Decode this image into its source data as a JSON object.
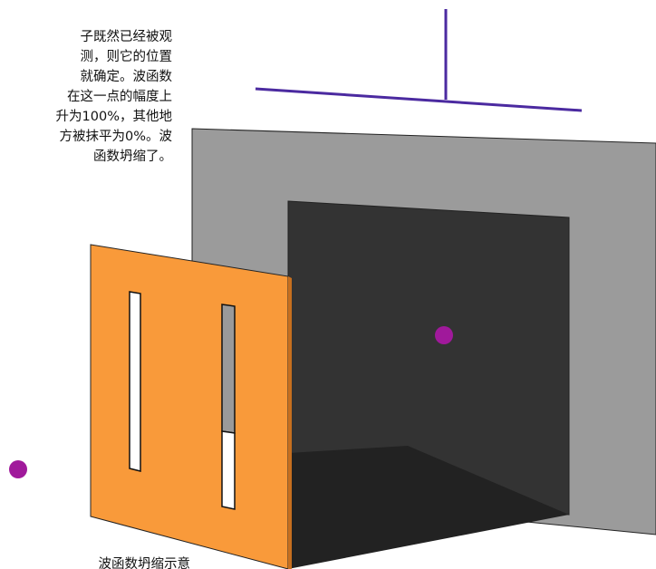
{
  "caption": {
    "lines": [
      "子既然已经被观",
      "测，则它的位置",
      "就确定。波函数",
      "在这一点的幅度上",
      "升为100%，其他地",
      "方被抹平为0%。波",
      "函数坍缩了。"
    ]
  },
  "bottom_caption": "波函数坍缩示意",
  "colors": {
    "orange_plate": "#f99a3a",
    "screen_frame": "#9b9b9b",
    "screen_inner": "#333333",
    "floor": "#222222",
    "particle": "#a0199b",
    "wave_axis": "#4b2aa0",
    "slit_open": "#ffffff",
    "slit_closed": "#9a9a9a"
  }
}
